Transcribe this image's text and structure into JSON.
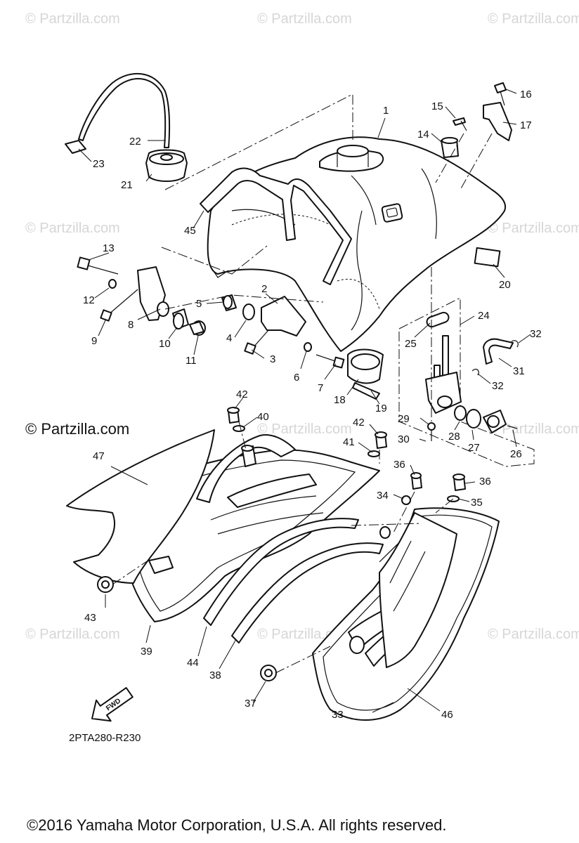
{
  "watermark": "© Partzilla.com",
  "brand_mark": "© Partzilla.com",
  "diagram_code": "2PTA280-R230",
  "fwd_label": "FWD",
  "copyright": "©2016  Yamaha Motor Corporation, U.S.A. All rights reserved.",
  "callouts": [
    "1",
    "2",
    "3",
    "4",
    "5",
    "6",
    "7",
    "8",
    "9",
    "10",
    "11",
    "12",
    "13",
    "14",
    "15",
    "16",
    "17",
    "18",
    "19",
    "20",
    "21",
    "22",
    "23",
    "24",
    "25",
    "26",
    "27",
    "28",
    "29",
    "30",
    "31",
    "32",
    "32",
    "33",
    "34",
    "35",
    "36",
    "36",
    "37",
    "38",
    "39",
    "40",
    "41",
    "42",
    "42",
    "43",
    "44",
    "45",
    "46",
    "47"
  ]
}
